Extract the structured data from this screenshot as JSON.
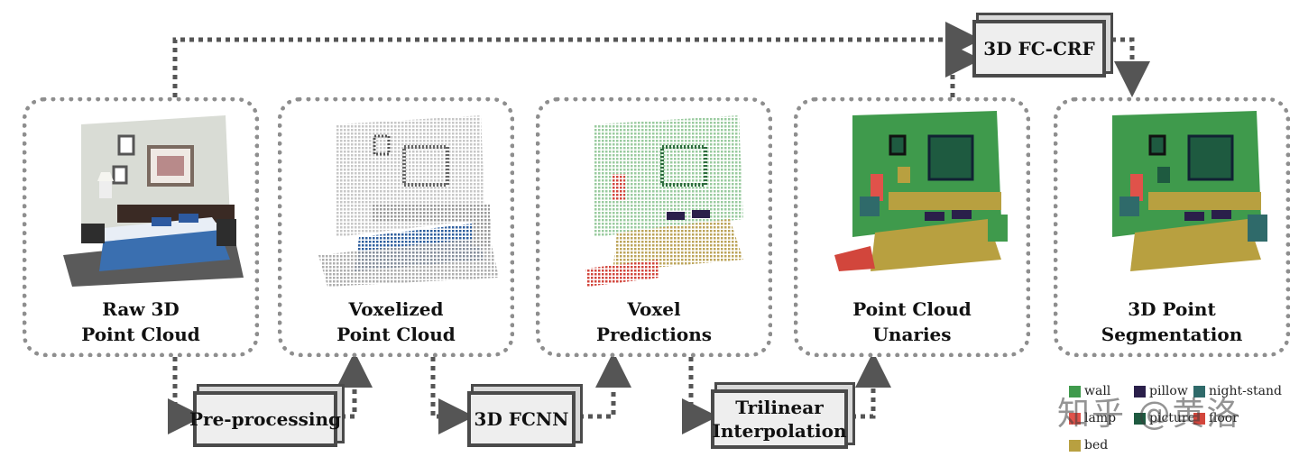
{
  "stages": [
    {
      "id": "raw",
      "line1": "Raw 3D",
      "line2": "Point Cloud"
    },
    {
      "id": "voxelized",
      "line1": "Voxelized",
      "line2": "Point Cloud"
    },
    {
      "id": "voxel_pred",
      "line1": "Voxel",
      "line2": "Predictions"
    },
    {
      "id": "unaries",
      "line1": "Point Cloud",
      "line2": "Unaries"
    },
    {
      "id": "segmentation",
      "line1": "3D Point",
      "line2": "Segmentation"
    }
  ],
  "processes": {
    "preprocessing": {
      "line1": "Pre-processing"
    },
    "fcnn": {
      "line1": "3D FCNN"
    },
    "trilinear": {
      "line1": "Trilinear",
      "line2": "Interpolation"
    },
    "crf": {
      "line1": "3D FC-CRF"
    }
  },
  "legend": [
    {
      "label": "wall",
      "color": "#3f9a4c"
    },
    {
      "label": "pillow",
      "color": "#2a1f4a"
    },
    {
      "label": "night-stand",
      "color": "#2f6a6a"
    },
    {
      "label": "lamp",
      "color": "#e0524a"
    },
    {
      "label": "picture",
      "color": "#1e5a40"
    },
    {
      "label": "floor",
      "color": "#d2463c"
    },
    {
      "label": "bed",
      "color": "#b8a040"
    }
  ],
  "watermark": "知乎 @黄洛",
  "colors": {
    "arrow": "#555555",
    "box_border": "#8e8e8e",
    "wall_green": "#3f9a4c",
    "bed_tan": "#b8a040",
    "floor_red": "#d2463c",
    "pillow_dark": "#2a1f4a",
    "picture_dark": "#1e5a40",
    "photo_wall": "#d9dcd5",
    "photo_bed": "#3a6fb0"
  }
}
